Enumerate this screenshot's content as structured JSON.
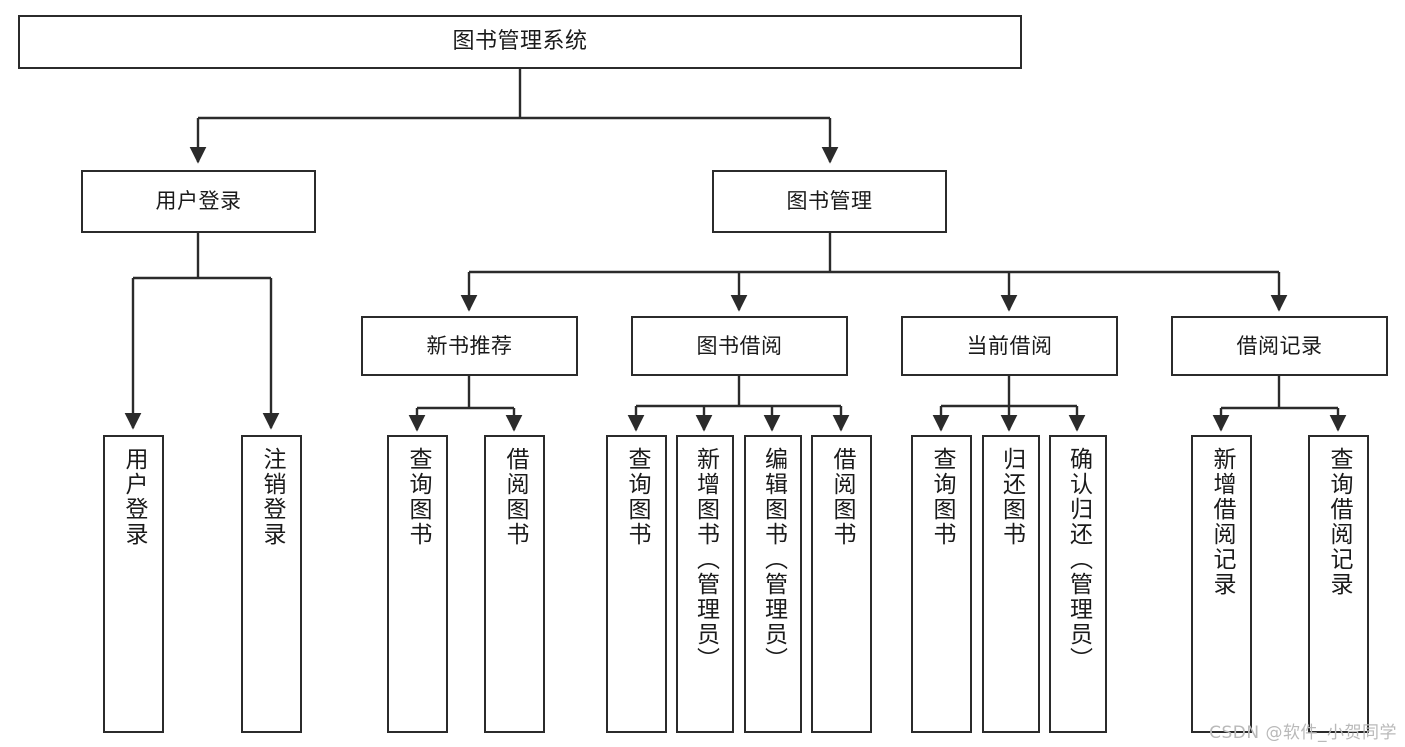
{
  "diagram": {
    "title": "图书管理系统",
    "type": "tree-hierarchy-chart",
    "colors": {
      "box_stroke": "#2b2b2b",
      "box_fill": "#ffffff",
      "edge": "#2b2b2b",
      "text": "#1a1a1a",
      "watermark": "#b9b9b9",
      "background": "#ffffff"
    },
    "nodes": {
      "root": {
        "label": "图书管理系统",
        "orientation": "horizontal"
      },
      "level2": [
        {
          "label": "用户登录",
          "orientation": "horizontal"
        },
        {
          "label": "图书管理",
          "orientation": "horizontal"
        }
      ],
      "level3": [
        {
          "label": "新书推荐",
          "orientation": "horizontal"
        },
        {
          "label": "图书借阅",
          "orientation": "horizontal"
        },
        {
          "label": "当前借阅",
          "orientation": "horizontal"
        },
        {
          "label": "借阅记录",
          "orientation": "horizontal"
        }
      ],
      "leaves": [
        {
          "label": "用户登录",
          "parent": "用户登录",
          "orientation": "vertical"
        },
        {
          "label": "注销登录",
          "parent": "用户登录",
          "orientation": "vertical"
        },
        {
          "label": "查询图书",
          "parent": "新书推荐",
          "orientation": "vertical"
        },
        {
          "label": "借阅图书",
          "parent": "新书推荐",
          "orientation": "vertical"
        },
        {
          "label": "查询图书",
          "parent": "图书借阅",
          "orientation": "vertical"
        },
        {
          "label": "新增图书（管理员）",
          "parent": "图书借阅",
          "orientation": "vertical"
        },
        {
          "label": "编辑图书（管理员）",
          "parent": "图书借阅",
          "orientation": "vertical"
        },
        {
          "label": "借阅图书",
          "parent": "图书借阅",
          "orientation": "vertical"
        },
        {
          "label": "查询图书",
          "parent": "当前借阅",
          "orientation": "vertical"
        },
        {
          "label": "归还图书",
          "parent": "当前借阅",
          "orientation": "vertical"
        },
        {
          "label": "确认归还（管理员）",
          "parent": "当前借阅",
          "orientation": "vertical"
        },
        {
          "label": "新增借阅记录",
          "parent": "借阅记录",
          "orientation": "vertical"
        },
        {
          "label": "查询借阅记录",
          "parent": "借阅记录",
          "orientation": "vertical"
        }
      ]
    }
  },
  "watermark": {
    "text": "CSDN @软件_小贺同学"
  }
}
